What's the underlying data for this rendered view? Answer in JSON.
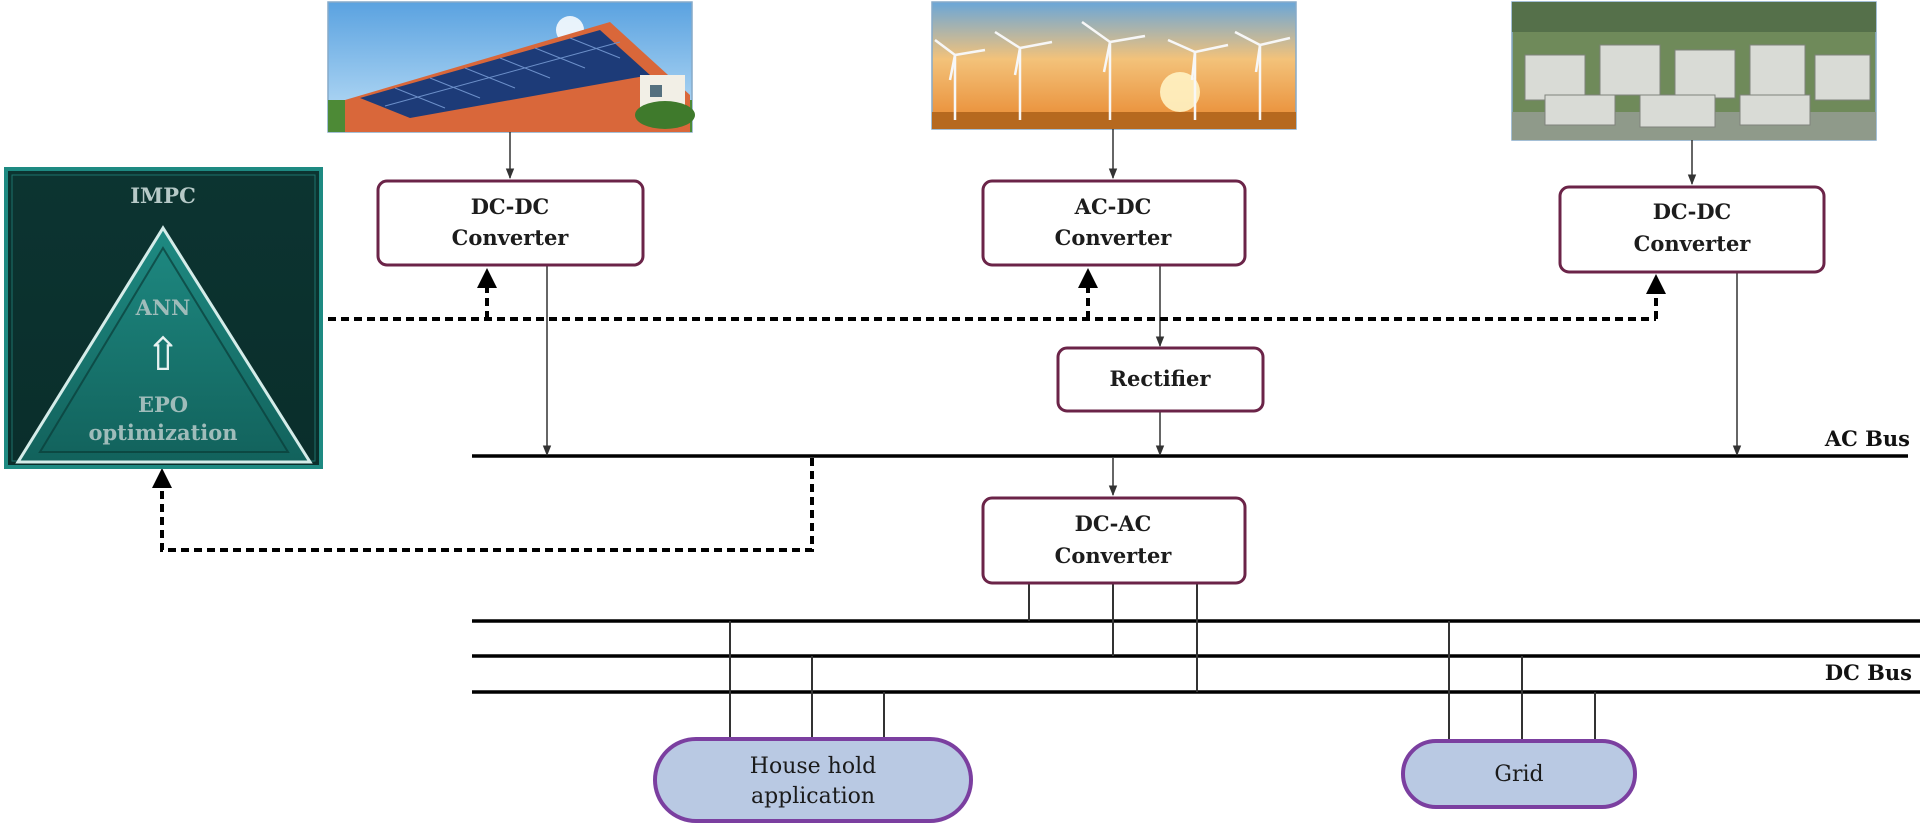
{
  "diagram": {
    "converters": {
      "solar": {
        "line1": "DC-DC",
        "line2": "Converter"
      },
      "wind": {
        "line1": "AC-DC",
        "line2": "Converter"
      },
      "storage": {
        "line1": "DC-DC",
        "line2": "Converter"
      },
      "inverter": {
        "line1": "DC-AC",
        "line2": "Converter"
      }
    },
    "rectifier": "Rectifier",
    "buses": {
      "ac": "AC Bus",
      "dc": "DC Bus"
    },
    "loads": {
      "household": {
        "line1": "House hold",
        "line2": "application"
      },
      "grid": "Grid"
    },
    "controller": {
      "title": "IMPC",
      "ann": "ANN",
      "arrow": "⇧",
      "epo_line1": "EPO",
      "epo_line2": "optimization"
    },
    "sources": [
      "solar-panels-photo",
      "wind-turbines-photo",
      "battery-storage-photo"
    ],
    "colors": {
      "converter_border": "#6b2448",
      "controller_bg": "#0f3b38",
      "triangle": "#1b7d76",
      "load_fill": "#b9c9e3",
      "load_border": "#7b3fa0"
    }
  }
}
